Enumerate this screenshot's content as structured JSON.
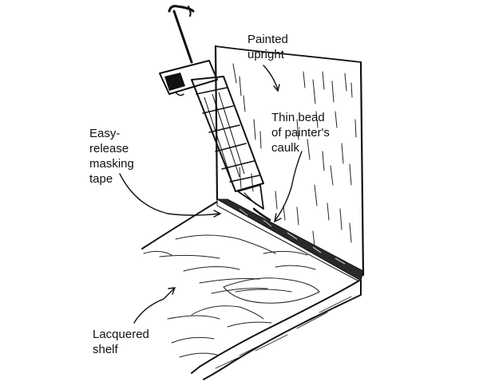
{
  "labels": {
    "painted_upright": [
      "Painted",
      "upright"
    ],
    "thin_bead": [
      "Thin bead",
      "of painter's",
      "caulk"
    ],
    "masking_tape": [
      "Easy-",
      "release",
      "masking",
      "tape"
    ],
    "lacquered_shelf": [
      "Lacquered",
      "shelf"
    ]
  },
  "colors": {
    "ink": "#111111",
    "tape_fill": "#2a2a2a",
    "background": "#ffffff"
  }
}
